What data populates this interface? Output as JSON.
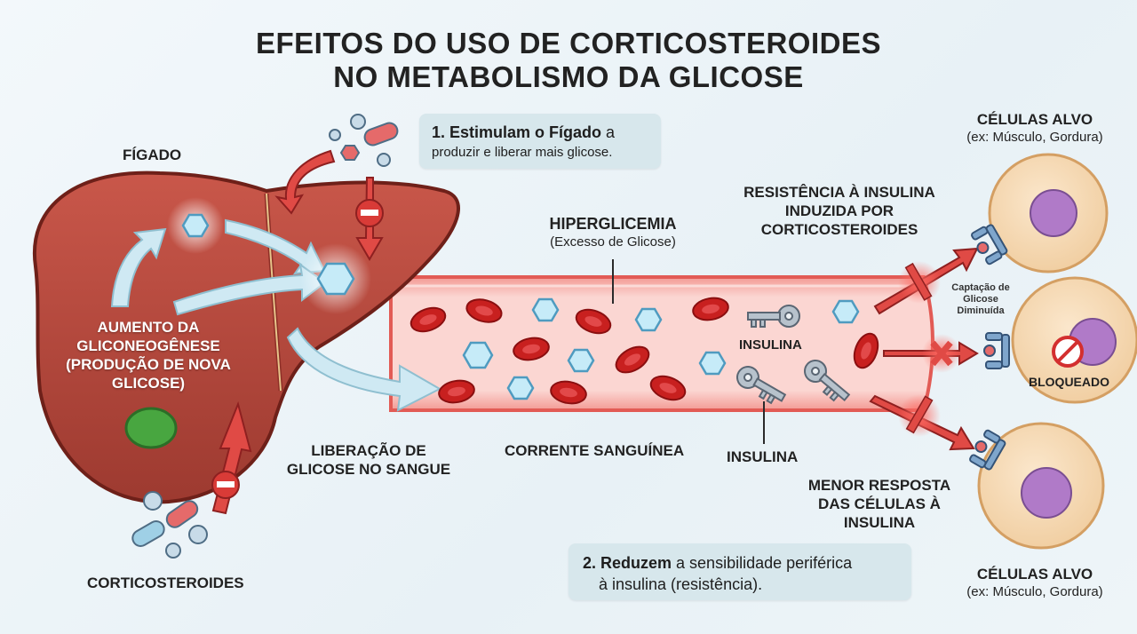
{
  "title": {
    "line1": "EFEITOS DO USO DE CORTICOSTEROIDES",
    "line2": "NO METABOLISMO DA GLICOSE"
  },
  "liver": {
    "label": "FÍGADO",
    "gluconeo": [
      "AUMENTO DA",
      "GLICONEOGÊNESE",
      "(PRODUÇÃO DE NOVA",
      "GLICOSE)"
    ]
  },
  "corticosteroids_label": "CORTICOSTEROIDES",
  "step1": {
    "bold": "1. Estimulam o Fígado",
    "rest_inline": " a",
    "line2": "produzir e liberar mais glicose."
  },
  "hyperglycemia": {
    "label": "HIPERGLICEMIA",
    "sub": "(Excesso de Glicose)"
  },
  "release_label": [
    "LIBERAÇÃO DE",
    "GLICOSE NO SANGUE"
  ],
  "bloodstream_label": "CORRENTE SANGUÍNEA",
  "insulin_label_1": "INSULINA",
  "insulin_label_2": "INSULINA",
  "resistance_label": [
    "RESISTÊNCIA À INSULINA",
    "INDUZIDA POR",
    "CORTICOSTEROIDES"
  ],
  "uptake_label": [
    "Captação de",
    "Glicose",
    "Diminuída"
  ],
  "blocked_label": "BLOQUEADO",
  "target_cells_top": {
    "label": "CÉLULAS ALVO",
    "sub": "(ex: Músculo, Gordura)"
  },
  "target_cells_bottom": {
    "label": "CÉLULAS ALVO",
    "sub": "(ex: Músculo, Gordura)"
  },
  "lower_response_label": [
    "MENOR RESPOSTA",
    "DAS CÉLULAS À",
    "INSULINA"
  ],
  "step2": {
    "bold": "2. Reduzem",
    "rest": " a sensibilidade periférica",
    "line2": "à insulina (resistência)."
  },
  "colors": {
    "liver": "#b8453a",
    "liver_dark": "#8e2f27",
    "vessel": "#f08a86",
    "rbc": "#c8201f",
    "glucose": "#bfe6f5",
    "arrow_blue": "#cfe9f3",
    "arrow_red": "#e04a45",
    "cell": "#f7dcb8",
    "nucleus": "#b07ac8",
    "box": "#d7e7ec"
  },
  "icons": [
    "liver-icon",
    "pill-icon",
    "glucose-hexagon-icon",
    "red-blood-cell-icon",
    "key-icon",
    "receptor-icon",
    "cell-icon",
    "blocked-icon",
    "minus-icon",
    "arrow-icon"
  ]
}
